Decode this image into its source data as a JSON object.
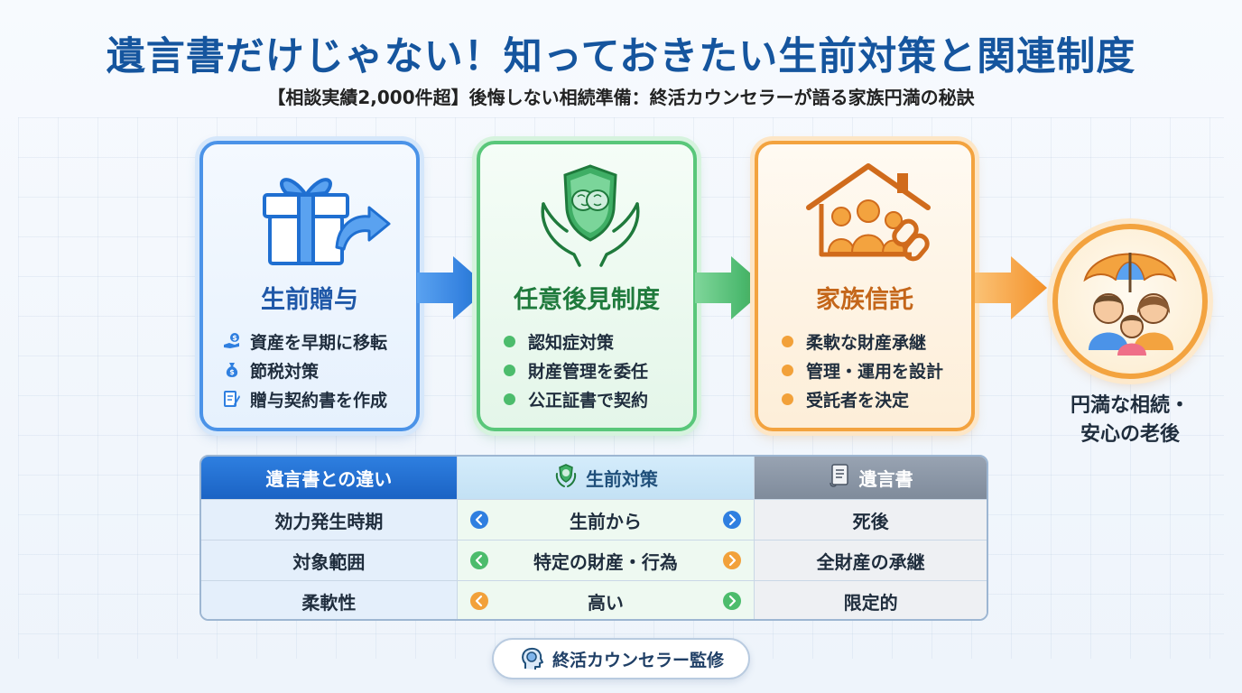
{
  "header": {
    "title": "遺言書だけじゃない！知っておきたい生前対策と関連制度",
    "subtitle": "【相談実績2,000件超】後悔しない相続準備：終活カウンセラーが語る家族円満の秘訣"
  },
  "cards": [
    {
      "title": "生前贈与",
      "icon": "gift-arrow-icon",
      "color": "#4b93e8",
      "items": [
        "資産を早期に移転",
        "節税対策",
        "贈与契約書を作成"
      ],
      "item_icons": [
        "hand-coin-icon",
        "money-bag-icon",
        "document-pen-icon"
      ]
    },
    {
      "title": "任意後見制度",
      "icon": "brain-shield-hands-icon",
      "color": "#59c77a",
      "items": [
        "認知症対策",
        "財産管理を委任",
        "公正証書で契約"
      ]
    },
    {
      "title": "家族信託",
      "icon": "house-family-link-icon",
      "color": "#f3a33f",
      "items": [
        "柔軟な財産承継",
        "管理・運用を設計",
        "受託者を決定"
      ]
    }
  ],
  "goal": {
    "icon": "family-umbrella-icon",
    "line1": "円満な相続・",
    "line2": "安心の老後"
  },
  "comparison": {
    "headers": [
      "遺言書との違い",
      "生前対策",
      "遺言書"
    ],
    "header_icons": [
      "",
      "brain-shield-hands-icon",
      "scroll-icon"
    ],
    "rows": [
      {
        "label": "効力発生時期",
        "pre": "生前から",
        "will": "死後"
      },
      {
        "label": "対象範囲",
        "pre": "特定の財産・行為",
        "will": "全財産の承継"
      },
      {
        "label": "柔軟性",
        "pre": "高い",
        "will": "限定的"
      }
    ]
  },
  "footer": {
    "badge": "終活カウンセラー監修",
    "icon": "head-brain-icon"
  }
}
